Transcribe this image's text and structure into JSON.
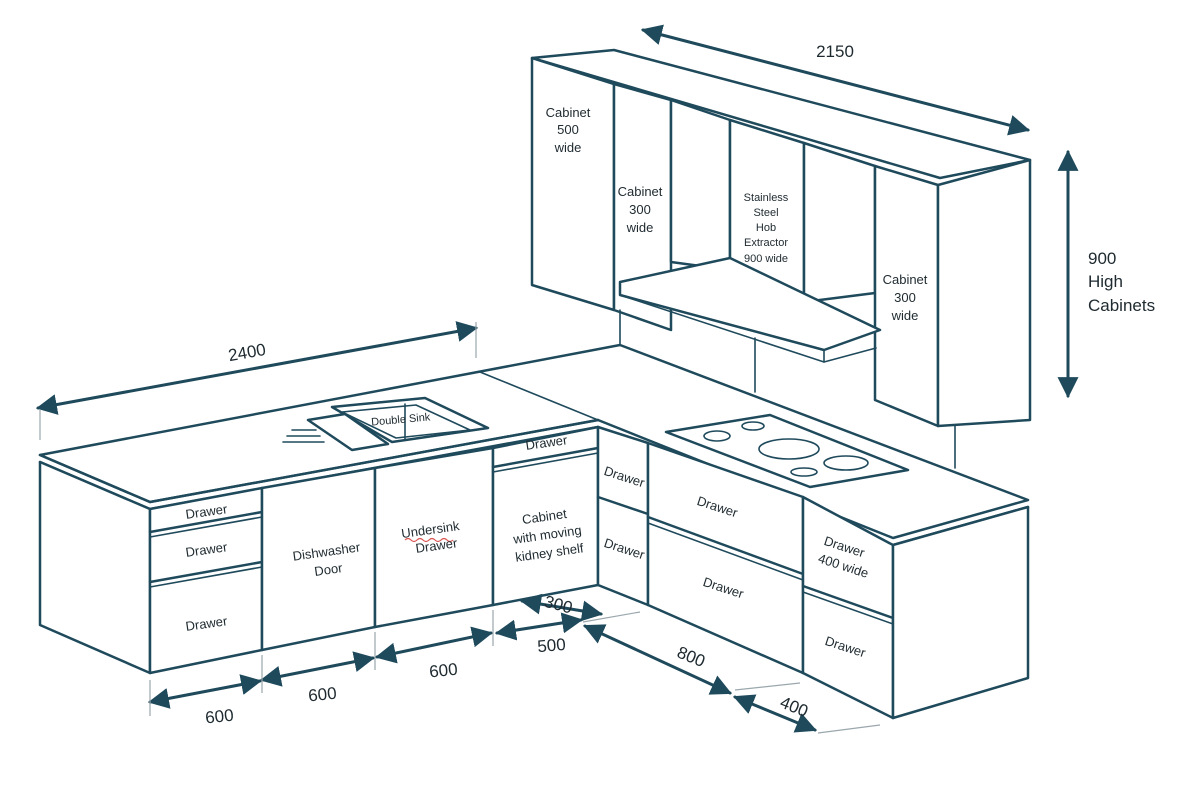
{
  "dimensions": {
    "top_width": "2150",
    "left_run": "2400",
    "height_value": "900",
    "height_line2": "High",
    "height_line3": "Cabinets",
    "d600a": "600",
    "d600b": "600",
    "d600c": "600",
    "d500": "500",
    "d300": "300",
    "d800": "800",
    "d400": "400"
  },
  "wall_units": {
    "cab500": [
      "Cabinet",
      "500",
      "wide"
    ],
    "cab300_left": [
      "Cabinet",
      "300",
      "wide"
    ],
    "extractor": [
      "Stainless",
      "Steel",
      "Hob",
      "Extractor",
      "900 wide"
    ],
    "cab300_right": [
      "Cabinet",
      "300",
      "wide"
    ]
  },
  "base_units": {
    "sink_label": "Double Sink",
    "stack_drawer_top": "Drawer",
    "stack_drawer_mid": "Drawer",
    "stack_drawer_bottom": "Drawer",
    "dishwasher": [
      "Dishwasher",
      "Door"
    ],
    "undersink": [
      "Undersink",
      "Drawer"
    ],
    "cabinet_top_drawer": "Drawer",
    "cabinet_kidney": [
      "Cabinet",
      "with moving",
      "kidney shelf"
    ],
    "corner_drawer_top": "Drawer",
    "corner_drawer_bottom": "Drawer",
    "hob_drawer_top": "Drawer",
    "hob_drawer_bottom": "Drawer",
    "end_drawer_top": [
      "Drawer",
      "400 wide"
    ],
    "end_drawer_bottom": "Drawer"
  },
  "colors": {
    "line": "#1f4a5c",
    "extension": "#9aa7ad",
    "text": "#1e2a30"
  }
}
